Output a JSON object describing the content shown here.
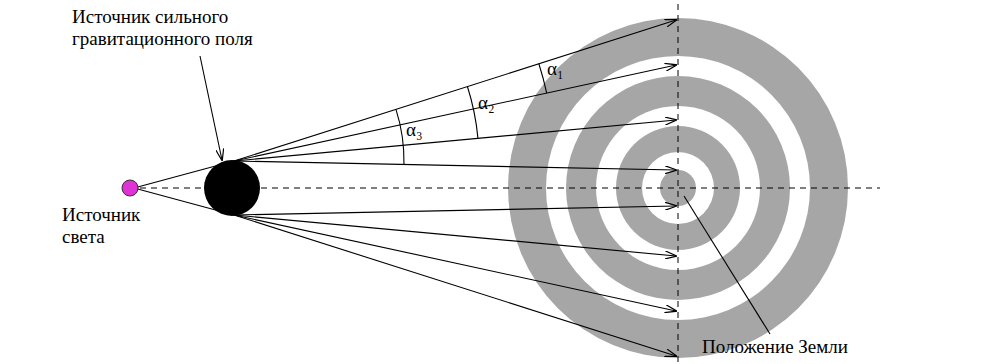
{
  "diagram": {
    "labels": [
      "Источник сильного гравитационного поля",
      "α₁",
      "α₂",
      "α₃",
      "Источник света",
      "Положение Земли"
    ]
  }
}
